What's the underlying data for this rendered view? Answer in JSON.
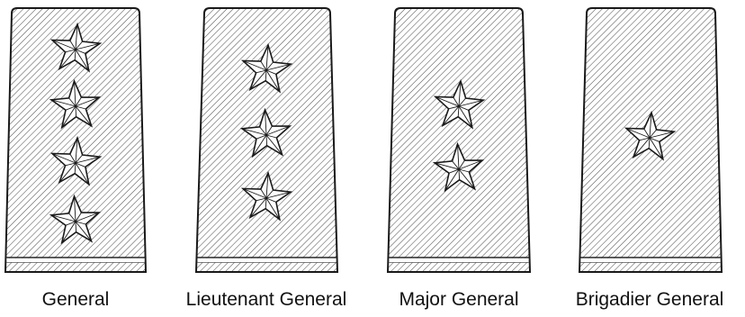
{
  "ranks": [
    {
      "label": "General",
      "stars": 4
    },
    {
      "label": "Lieutenant General",
      "stars": 3
    },
    {
      "label": "Major General",
      "stars": 2
    },
    {
      "label": "Brigadier General",
      "stars": 1
    }
  ],
  "colors": {
    "outline": "#1a1a1a",
    "hatch": "#555555",
    "star_fill": "#ffffff",
    "background": "#ffffff"
  }
}
